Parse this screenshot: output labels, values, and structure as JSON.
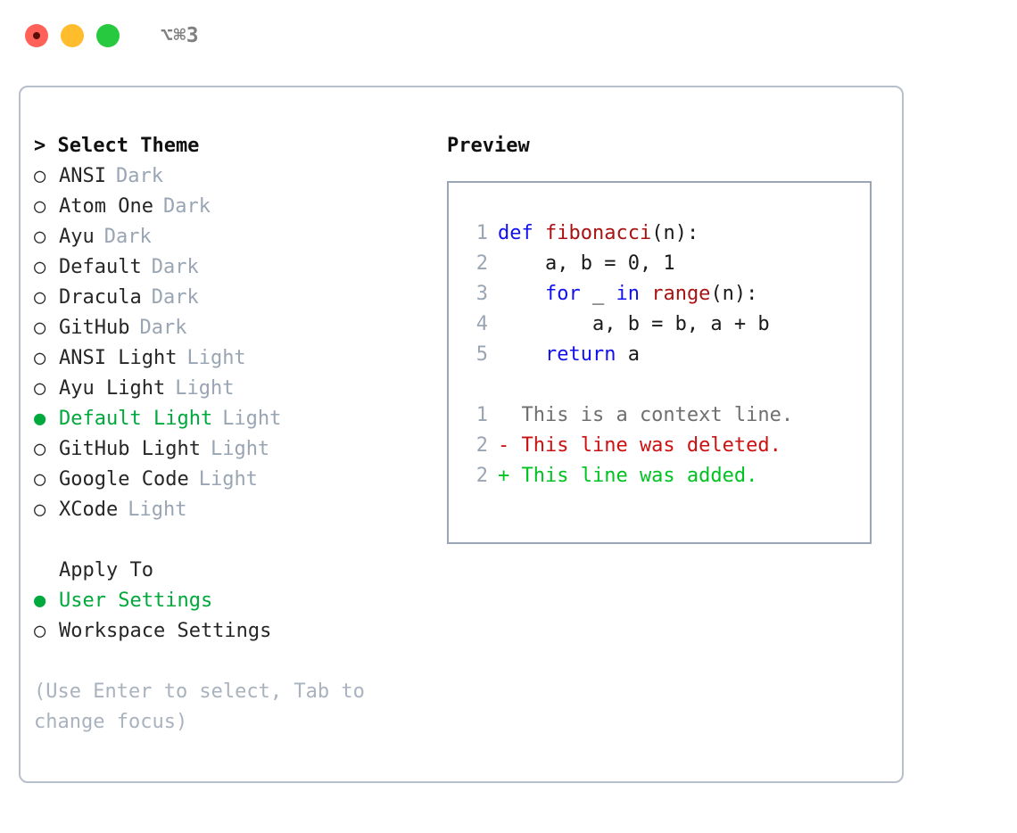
{
  "titlebar": {
    "shortcut": "⌥⌘3",
    "buttons": [
      "close",
      "minimize",
      "maximize"
    ]
  },
  "colors": {
    "selected_green": "#00a93c",
    "badge_gray": "#9aa5b4",
    "hint_gray": "#a9b2bf",
    "keyword_blue": "#1111ee",
    "function_red": "#aa1111",
    "diff_delete_red": "#cc1111",
    "diff_add_green": "#00c322",
    "panel_border": "#b7bfcb",
    "preview_border": "#9aa6b5",
    "traffic_red": "#ff6159",
    "traffic_yellow": "#ffbd2e",
    "traffic_green": "#27c93f"
  },
  "theme_section": {
    "header": "> Select Theme",
    "bullet_unselected": "○",
    "bullet_selected": "●",
    "items": [
      {
        "name": "ANSI",
        "badge": "Dark",
        "selected": false
      },
      {
        "name": "Atom One",
        "badge": "Dark",
        "selected": false
      },
      {
        "name": "Ayu",
        "badge": "Dark",
        "selected": false
      },
      {
        "name": "Default",
        "badge": "Dark",
        "selected": false
      },
      {
        "name": "Dracula",
        "badge": "Dark",
        "selected": false
      },
      {
        "name": "GitHub",
        "badge": "Dark",
        "selected": false
      },
      {
        "name": "ANSI Light",
        "badge": "Light",
        "selected": false
      },
      {
        "name": "Ayu Light",
        "badge": "Light",
        "selected": false
      },
      {
        "name": "Default Light",
        "badge": "Light",
        "selected": true
      },
      {
        "name": "GitHub Light",
        "badge": "Light",
        "selected": false
      },
      {
        "name": "Google Code",
        "badge": "Light",
        "selected": false
      },
      {
        "name": "XCode",
        "badge": "Light",
        "selected": false
      }
    ]
  },
  "apply_section": {
    "label": "Apply To",
    "items": [
      {
        "name": "User Settings",
        "selected": true
      },
      {
        "name": "Workspace Settings",
        "selected": false
      }
    ]
  },
  "hint": "(Use Enter to select, Tab to change focus)",
  "preview": {
    "title": "Preview",
    "code_lines": [
      {
        "number": "1",
        "tokens": [
          {
            "text": "def ",
            "type": "keyword"
          },
          {
            "text": "fibonacci",
            "type": "function"
          },
          {
            "text": "(n):",
            "type": "plain"
          }
        ]
      },
      {
        "number": "2",
        "tokens": [
          {
            "text": "    a, b = 0, 1",
            "type": "plain"
          }
        ]
      },
      {
        "number": "3",
        "tokens": [
          {
            "text": "    for ",
            "type": "keyword"
          },
          {
            "text": "_",
            "type": "plain"
          },
          {
            "text": " in ",
            "type": "keyword"
          },
          {
            "text": "range",
            "type": "function"
          },
          {
            "text": "(n):",
            "type": "plain"
          }
        ]
      },
      {
        "number": "4",
        "tokens": [
          {
            "text": "        a, b = b, a + b",
            "type": "plain"
          }
        ]
      },
      {
        "number": "5",
        "tokens": [
          {
            "text": "    return ",
            "type": "keyword"
          },
          {
            "text": "a",
            "type": "plain"
          }
        ]
      }
    ],
    "diff_lines": [
      {
        "number": "1",
        "marker": "  ",
        "text": "This is a context line.",
        "type": "context"
      },
      {
        "number": "2",
        "marker": "- ",
        "text": "This line was deleted.",
        "type": "delete"
      },
      {
        "number": "2",
        "marker": "+ ",
        "text": "This line was added.",
        "type": "add"
      }
    ]
  }
}
